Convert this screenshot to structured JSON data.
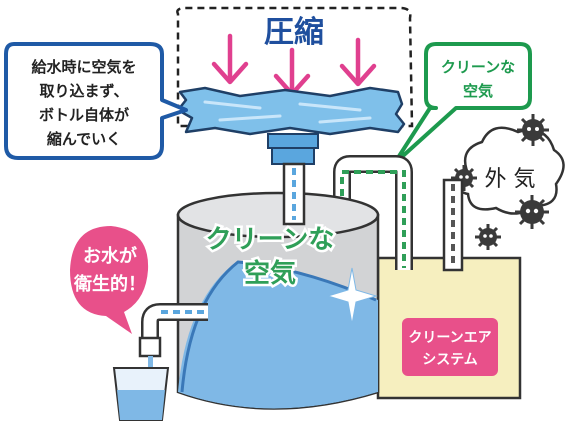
{
  "compress_label": "圧縮",
  "callout_left": {
    "lines": [
      "給水時に空気を",
      "取り込まず、",
      "ボトル自体が",
      "縮んでいく"
    ]
  },
  "callout_clean_air": {
    "lines": [
      "クリーンな",
      "空気"
    ]
  },
  "outside_air": "外 気",
  "tank_label": {
    "lines": [
      "クリーンな",
      "空気"
    ]
  },
  "system_label": {
    "lines": [
      "クリーンエア",
      "システム"
    ]
  },
  "water_callout": {
    "lines": [
      "お水が",
      "衛生的！"
    ]
  },
  "colors": {
    "blue_border": "#1f5aa6",
    "green_border": "#1d9a4e",
    "green_text": "#2f9f58",
    "pink": "#e8508a",
    "magenta_arrow": "#e0408f",
    "water_blue": "#7fb8e6",
    "light_blue": "#a9d4f2",
    "tank_gray": "#d2d3d5",
    "box_yellow": "#f6efbf",
    "germ": "#3a3a3a"
  }
}
